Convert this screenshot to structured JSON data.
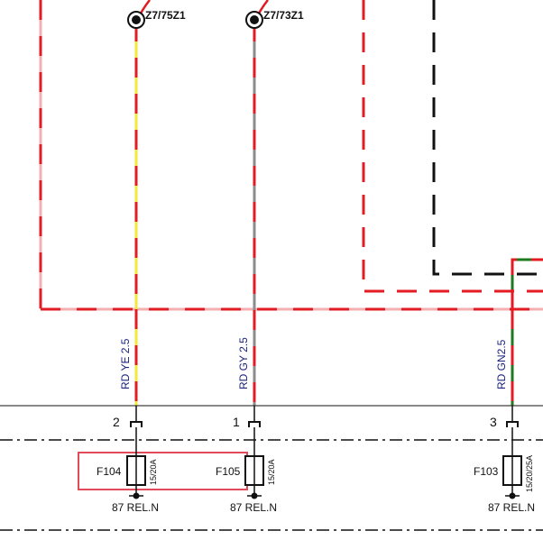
{
  "connectors": {
    "c1": {
      "label": "Z7/75Z1"
    },
    "c2": {
      "label": "Z7/73Z1"
    }
  },
  "wires": {
    "w1": {
      "label": "RD YE 2.5"
    },
    "w2": {
      "label": "RD GY 2.5"
    },
    "w3": {
      "label": "RD GN2.5"
    }
  },
  "pins": {
    "p1": "2",
    "p2": "1",
    "p3": "3"
  },
  "fuses": {
    "f1": {
      "name": "F104",
      "rating": "15/20A",
      "relay": "87 REL.N"
    },
    "f2": {
      "name": "F105",
      "rating": "15/20A",
      "relay": "87 REL.N"
    },
    "f3": {
      "name": "F103",
      "rating": "15/20/25A",
      "relay": "87 REL.N"
    }
  },
  "colors": {
    "red": "#e31b23",
    "yellow": "#f2e93a",
    "grey": "#8c8c8c",
    "pink": "#f4b0b0",
    "green": "#1e7a1e",
    "black": "#111111",
    "label_blue": "#1a237e",
    "highlight": "#e04a5a"
  }
}
